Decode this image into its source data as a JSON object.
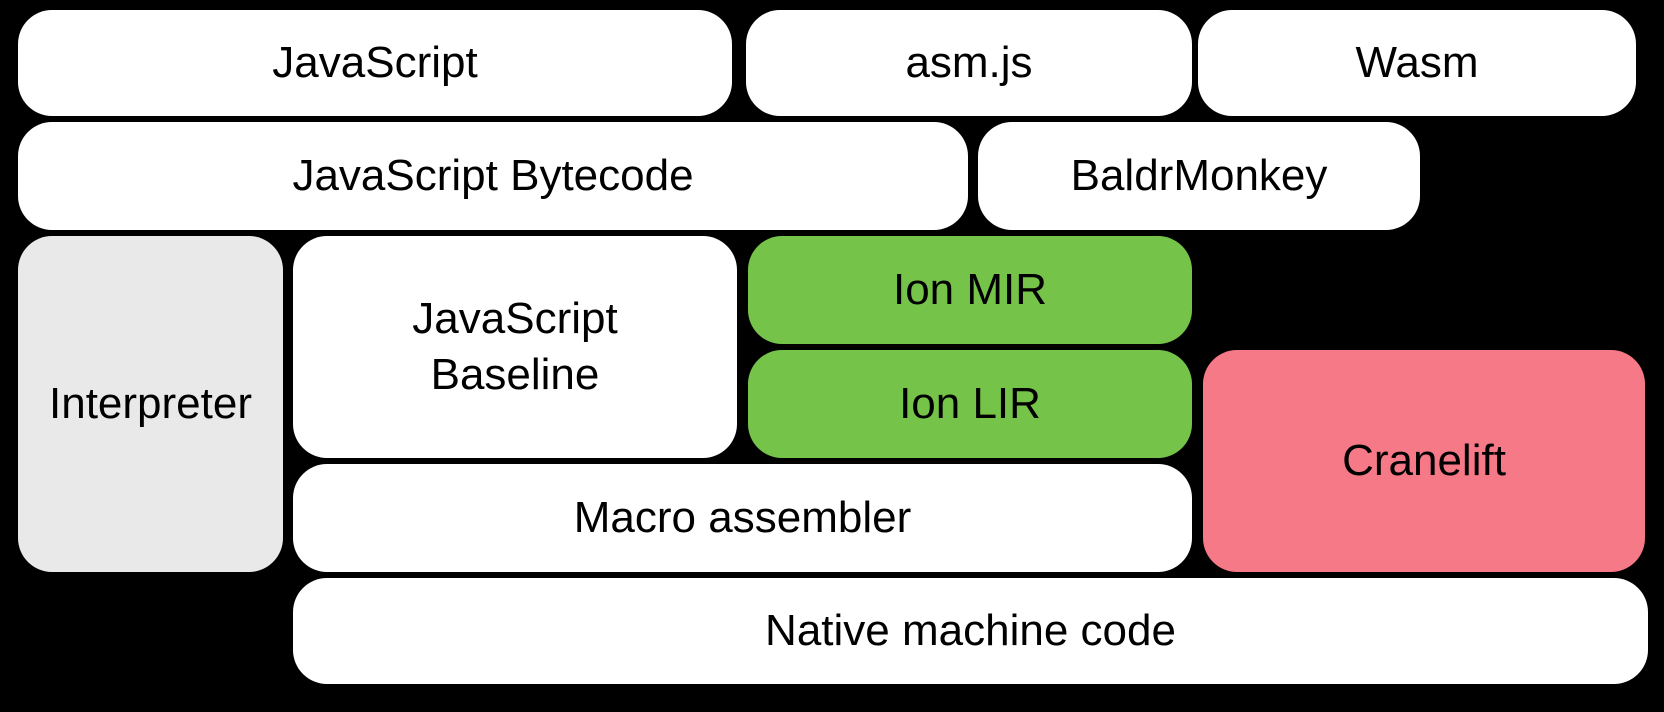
{
  "colors": {
    "background": "#000000",
    "text": "#000000",
    "white_box": "#ffffff",
    "gray_box": "#e9e9e9",
    "green_box": "#75c449",
    "pink_box": "#f57987"
  },
  "diagram": {
    "boxes": [
      {
        "id": "javascript",
        "label": "JavaScript",
        "fill": "white_box"
      },
      {
        "id": "asmjs",
        "label": "asm.js",
        "fill": "white_box"
      },
      {
        "id": "wasm",
        "label": "Wasm",
        "fill": "white_box"
      },
      {
        "id": "javascript-bytecode",
        "label": "JavaScript Bytecode",
        "fill": "white_box"
      },
      {
        "id": "baldrmonkey",
        "label": "BaldrMonkey",
        "fill": "white_box"
      },
      {
        "id": "interpreter",
        "label": "Interpreter",
        "fill": "gray_box"
      },
      {
        "id": "javascript-baseline",
        "label": "JavaScript\nBaseline",
        "fill": "white_box"
      },
      {
        "id": "ion-mir",
        "label": "Ion MIR",
        "fill": "green_box"
      },
      {
        "id": "ion-lir",
        "label": "Ion LIR",
        "fill": "green_box"
      },
      {
        "id": "cranelift",
        "label": "Cranelift",
        "fill": "pink_box"
      },
      {
        "id": "macro-assembler",
        "label": "Macro assembler",
        "fill": "white_box"
      },
      {
        "id": "native-machine-code",
        "label": "Native machine code",
        "fill": "white_box"
      }
    ]
  }
}
